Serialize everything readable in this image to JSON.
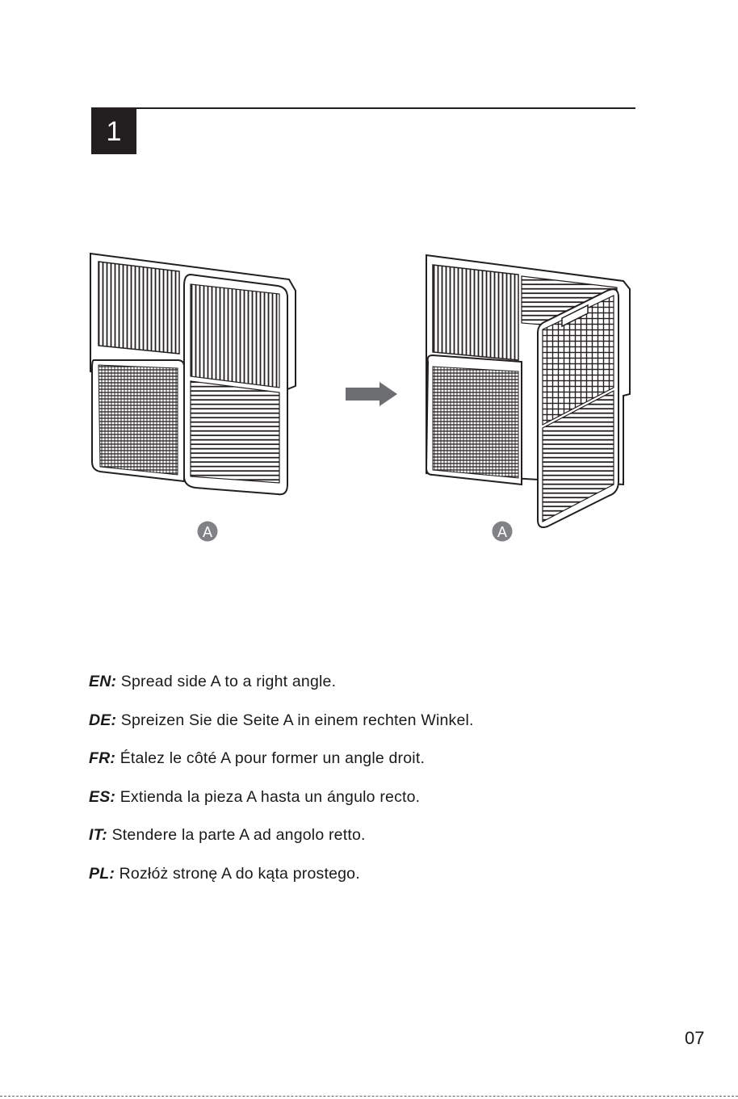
{
  "step": {
    "number": "1"
  },
  "illustration": {
    "before_label": "A",
    "after_label": "A"
  },
  "instructions": [
    {
      "lang": "EN:",
      "text": " Spread side A to a right angle."
    },
    {
      "lang": "DE:",
      "text": " Spreizen Sie die Seite A in einem rechten Winkel."
    },
    {
      "lang": "FR:",
      "text": " Étalez le côté A pour former un angle droit."
    },
    {
      "lang": "ES:",
      "text": " Extienda la pieza A hasta un ángulo recto."
    },
    {
      "lang": "IT:",
      "text": " Stendere la parte A ad angolo retto."
    },
    {
      "lang": "PL:",
      "text": " Rozłóż stronę A do kąta prostego."
    }
  ],
  "page_number": "07",
  "colors": {
    "ink": "#231f20",
    "arrow": "#6d6e71",
    "label_circle": "#808285"
  }
}
